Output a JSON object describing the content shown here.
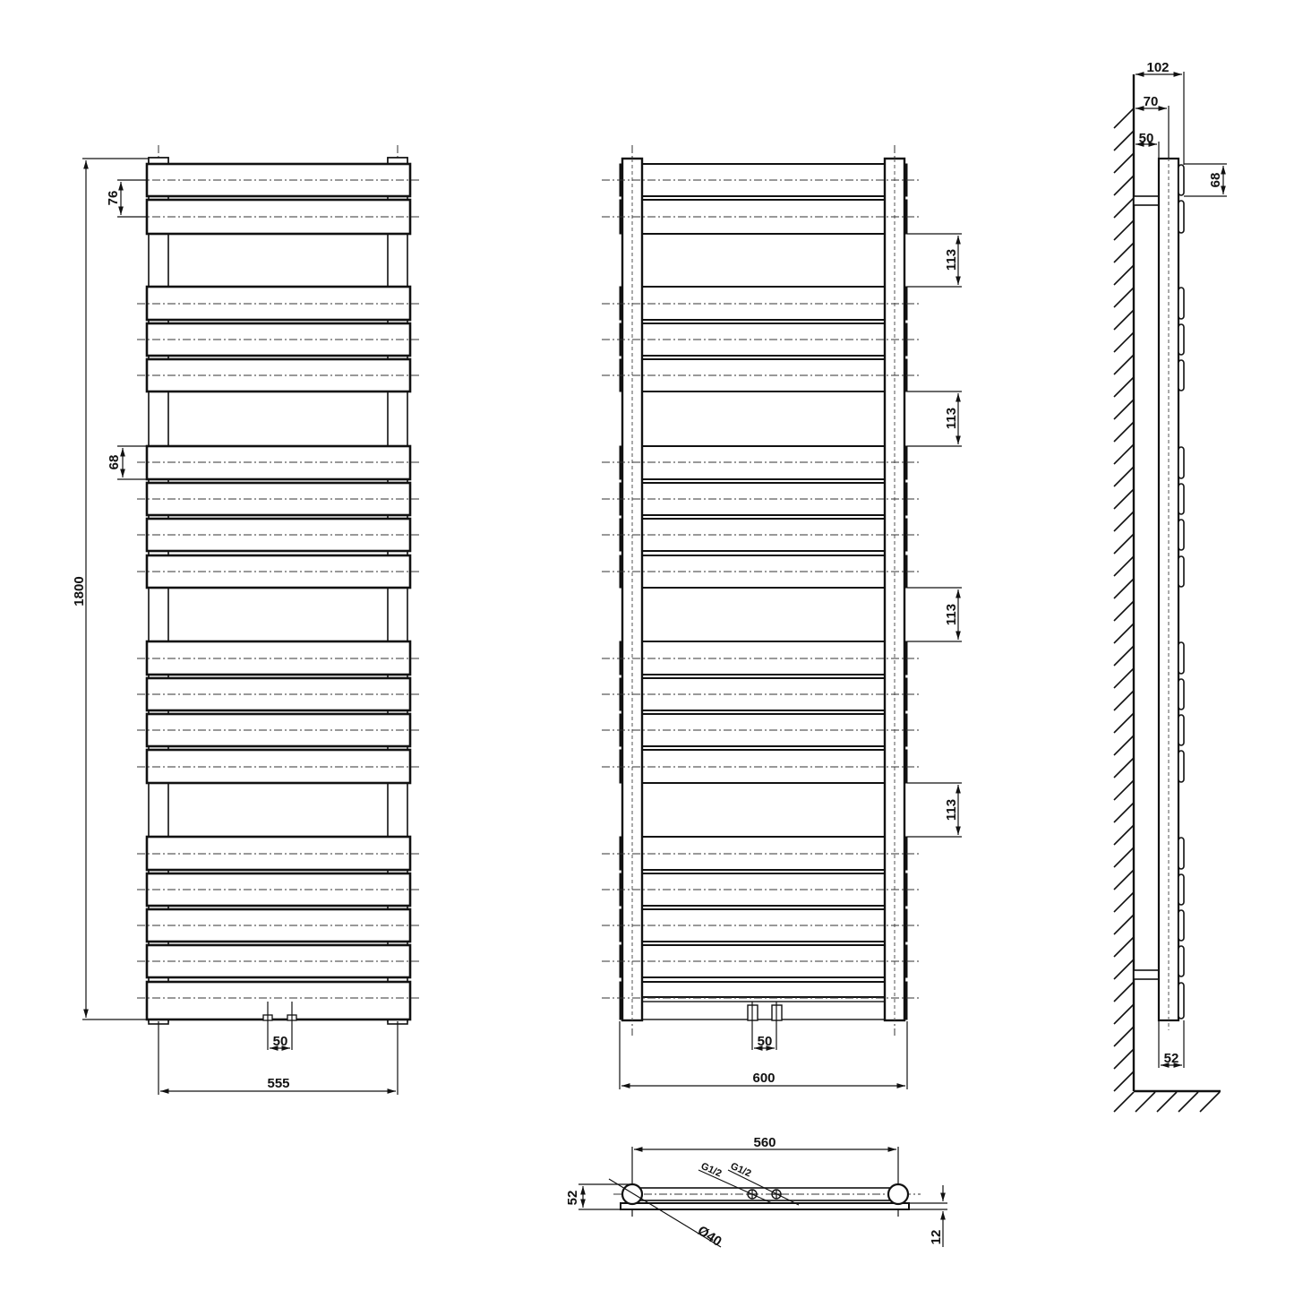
{
  "drawing": {
    "subject": "Flat panel towel radiator technical drawing",
    "units": "mm",
    "colors": {
      "line": "#111111",
      "background": "#ffffff"
    }
  },
  "views": {
    "front_left": {
      "name": "Front view (wall-side, collectors behind)",
      "dims": {
        "height": "1800",
        "width": "555",
        "pipe_spacing": "50",
        "bar_pitch_top": "76",
        "bar_height": "68"
      }
    },
    "front_middle": {
      "name": "Front view (collectors outside)",
      "dims": {
        "width": "600",
        "pipe_spacing": "50",
        "gap_1": "113",
        "gap_2": "113",
        "gap_3": "113",
        "gap_4": "113"
      }
    },
    "side_right": {
      "name": "Side view with wall",
      "dims": {
        "total_depth": "102",
        "axis_depth": "70",
        "wall_to_collector": "50",
        "bar_height": "68",
        "collector_depth": "52"
      }
    },
    "bottom": {
      "name": "Bottom view",
      "dims": {
        "axis_spacing": "560",
        "depth": "52",
        "bar_thickness": "12",
        "collector_diameter": "Ø40",
        "thread_1": "G1/2",
        "thread_2": "G1/2"
      }
    }
  },
  "bar_groups": [
    2,
    3,
    4,
    4,
    5
  ],
  "bar_count": 18
}
